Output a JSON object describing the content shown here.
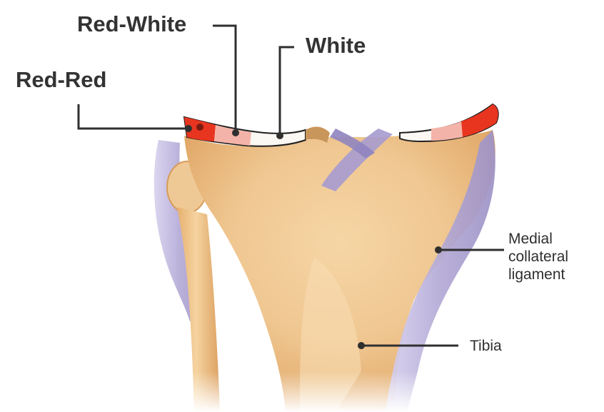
{
  "labels": {
    "red_white": "Red-White",
    "white": "White",
    "red_red": "Red-Red",
    "medial_collateral_ligament": [
      "Medial",
      "collateral",
      "ligament"
    ],
    "tibia": "Tibia"
  },
  "colors": {
    "bone": "#efc690",
    "bone_shadow": "#d99a5a",
    "ligament": "#b7aed8",
    "meniscus_red": "#e8351f",
    "meniscus_pink": "#f4b3a8",
    "meniscus_white": "#fbf7f2",
    "leader_line": "#2f2f2f"
  }
}
